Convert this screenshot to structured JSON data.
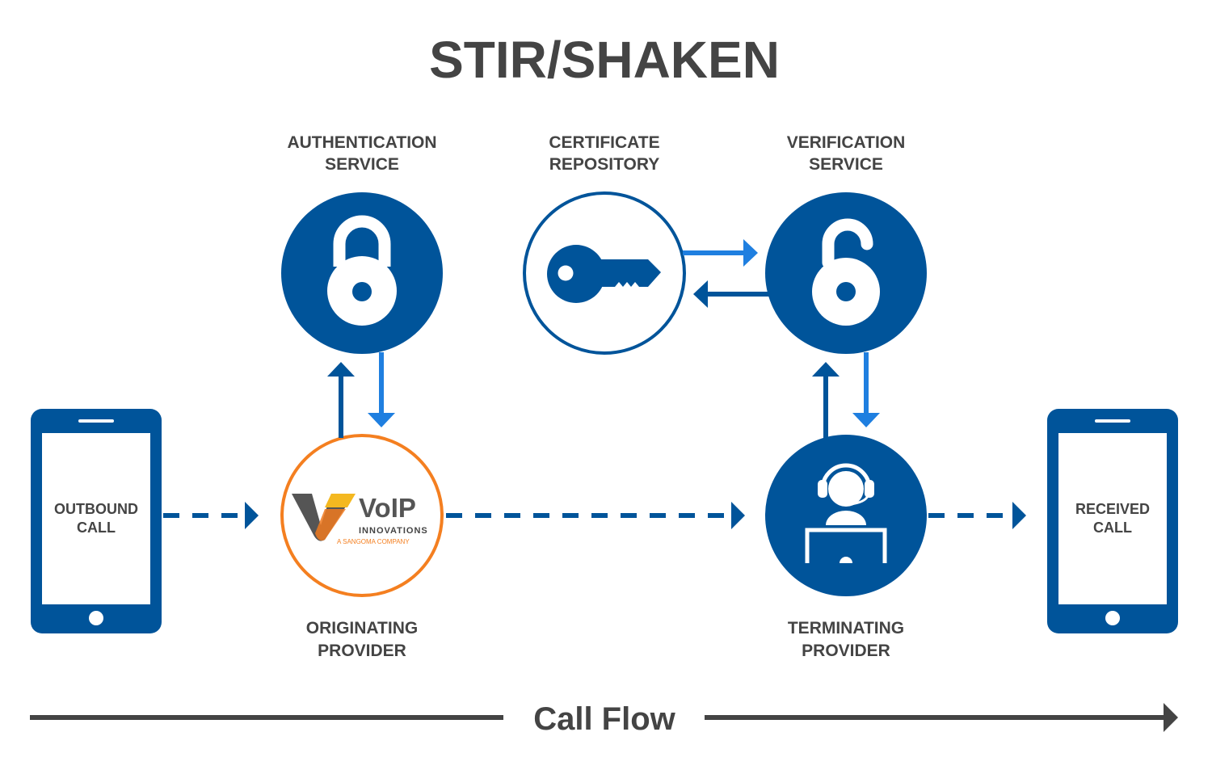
{
  "title": "STIR/SHAKEN",
  "colors": {
    "dark_blue": "#00549a",
    "light_blue": "#1f7fe0",
    "orange": "#f47f20",
    "text_gray": "#444444"
  },
  "nodes": {
    "authentication": {
      "line1": "AUTHENTICATION",
      "line2": "SERVICE",
      "icon": "lock-closed-icon"
    },
    "certificate": {
      "line1": "CERTIFICATE",
      "line2": "REPOSITORY",
      "icon": "key-icon"
    },
    "verification": {
      "line1": "VERIFICATION",
      "line2": "SERVICE",
      "icon": "lock-open-icon"
    },
    "originating": {
      "line1": "ORIGINATING",
      "line2": "PROVIDER",
      "logo": {
        "name": "VoIP",
        "sub": "INNOVATIONS",
        "tagline": "A SANGOMA COMPANY"
      }
    },
    "terminating": {
      "line1": "TERMINATING",
      "line2": "PROVIDER",
      "icon": "operator-headset-icon"
    },
    "outbound": {
      "line1": "OUTBOUND",
      "line2": "CALL",
      "icon": "phone-icon"
    },
    "received": {
      "line1": "RECEIVED",
      "line2": "CALL",
      "icon": "phone-icon"
    }
  },
  "footer": {
    "label": "Call Flow"
  }
}
